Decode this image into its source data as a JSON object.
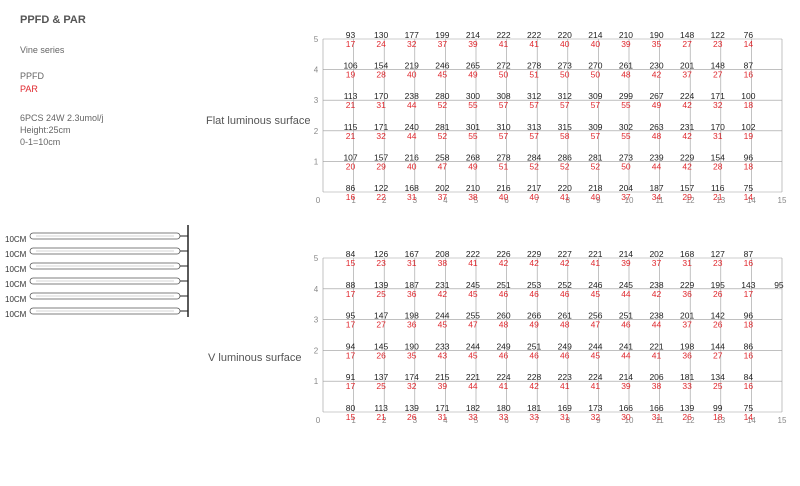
{
  "header": {
    "title": "PPFD & PAR",
    "series": "Vine series",
    "ppfd_label": "PPFD",
    "par_label": "PAR",
    "spec_line1": "6PCS 24W  2.3umol/j",
    "spec_line2": "Height:25cm",
    "spec_line3": "0-1=10cm"
  },
  "colors": {
    "ppfd": "#222222",
    "par": "#e0292f",
    "grid": "#9a9a9a"
  },
  "tube_diagram": {
    "tube_labels": [
      "10CM",
      "10CM",
      "10CM",
      "10CM",
      "10CM",
      "10CM"
    ]
  },
  "chart_data": [
    {
      "type": "table",
      "title": "Flat luminous surface",
      "x_ticks": [
        "0",
        "1",
        "2",
        "3",
        "4",
        "5",
        "6",
        "7",
        "8",
        "9",
        "10",
        "11",
        "12",
        "13",
        "14",
        "15"
      ],
      "y_ticks": [
        "0",
        "1",
        "2",
        "3",
        "4",
        "5"
      ],
      "xlim": [
        0,
        15
      ],
      "ylim": [
        0,
        5
      ],
      "rows": [
        {
          "ppfd": [
            93,
            130,
            177,
            199,
            214,
            222,
            222,
            220,
            214,
            210,
            190,
            148,
            122,
            76
          ],
          "par": [
            17,
            24,
            32,
            37,
            39,
            41,
            41,
            40,
            40,
            39,
            35,
            27,
            23,
            14
          ]
        },
        {
          "ppfd": [
            106,
            154,
            219,
            246,
            265,
            272,
            278,
            273,
            270,
            261,
            230,
            201,
            148,
            87
          ],
          "par": [
            19,
            28,
            40,
            45,
            49,
            50,
            51,
            50,
            50,
            48,
            42,
            37,
            27,
            16
          ]
        },
        {
          "ppfd": [
            113,
            170,
            238,
            280,
            300,
            308,
            312,
            312,
            309,
            299,
            267,
            224,
            171,
            100
          ],
          "par": [
            21,
            31,
            44,
            52,
            55,
            57,
            57,
            57,
            57,
            55,
            49,
            42,
            32,
            18
          ]
        },
        {
          "ppfd": [
            115,
            171,
            240,
            281,
            301,
            310,
            313,
            315,
            309,
            302,
            263,
            231,
            170,
            102
          ],
          "par": [
            21,
            32,
            44,
            52,
            55,
            57,
            57,
            58,
            57,
            55,
            48,
            42,
            31,
            19
          ]
        },
        {
          "ppfd": [
            107,
            157,
            216,
            258,
            268,
            278,
            284,
            286,
            281,
            273,
            239,
            229,
            154,
            96
          ],
          "par": [
            20,
            29,
            40,
            47,
            49,
            51,
            52,
            52,
            52,
            50,
            44,
            42,
            28,
            18
          ]
        },
        {
          "ppfd": [
            86,
            122,
            168,
            202,
            210,
            216,
            217,
            220,
            218,
            204,
            187,
            157,
            116,
            75
          ],
          "par": [
            16,
            22,
            31,
            37,
            38,
            40,
            40,
            41,
            40,
            37,
            34,
            29,
            21,
            14
          ]
        }
      ]
    },
    {
      "type": "table",
      "title": "V luminous surface",
      "x_ticks": [
        "0",
        "1",
        "2",
        "3",
        "4",
        "5",
        "6",
        "7",
        "8",
        "9",
        "10",
        "11",
        "12",
        "13",
        "14",
        "15"
      ],
      "y_ticks": [
        "0",
        "1",
        "2",
        "3",
        "4",
        "5"
      ],
      "xlim": [
        0,
        15
      ],
      "ylim": [
        0,
        5
      ],
      "rows": [
        {
          "ppfd": [
            84,
            126,
            167,
            208,
            222,
            226,
            229,
            227,
            221,
            214,
            202,
            168,
            127,
            87
          ],
          "par": [
            15,
            23,
            31,
            38,
            41,
            42,
            42,
            42,
            41,
            39,
            37,
            31,
            23,
            16
          ]
        },
        {
          "ppfd": [
            88,
            139,
            187,
            231,
            245,
            251,
            253,
            252,
            246,
            245,
            238,
            229,
            195,
            143,
            95
          ],
          "par": [
            17,
            25,
            36,
            42,
            45,
            46,
            46,
            46,
            45,
            44,
            42,
            36,
            26,
            17
          ]
        },
        {
          "ppfd": [
            95,
            147,
            198,
            244,
            255,
            260,
            266,
            261,
            256,
            251,
            238,
            201,
            142,
            96
          ],
          "par": [
            17,
            27,
            36,
            45,
            47,
            48,
            49,
            48,
            47,
            46,
            44,
            37,
            26,
            18
          ]
        },
        {
          "ppfd": [
            94,
            145,
            190,
            233,
            244,
            249,
            251,
            249,
            244,
            241,
            221,
            198,
            144,
            86
          ],
          "par": [
            17,
            26,
            35,
            43,
            45,
            46,
            46,
            46,
            45,
            44,
            41,
            36,
            27,
            16
          ]
        },
        {
          "ppfd": [
            91,
            137,
            174,
            215,
            221,
            224,
            228,
            223,
            224,
            214,
            206,
            181,
            134,
            84
          ],
          "par": [
            17,
            25,
            32,
            39,
            44,
            41,
            42,
            41,
            41,
            39,
            38,
            33,
            25,
            16
          ]
        },
        {
          "ppfd": [
            80,
            113,
            139,
            171,
            182,
            180,
            181,
            169,
            173,
            166,
            166,
            139,
            99,
            75
          ],
          "par": [
            15,
            21,
            26,
            31,
            33,
            33,
            33,
            31,
            32,
            30,
            31,
            26,
            18,
            14
          ]
        }
      ]
    }
  ]
}
